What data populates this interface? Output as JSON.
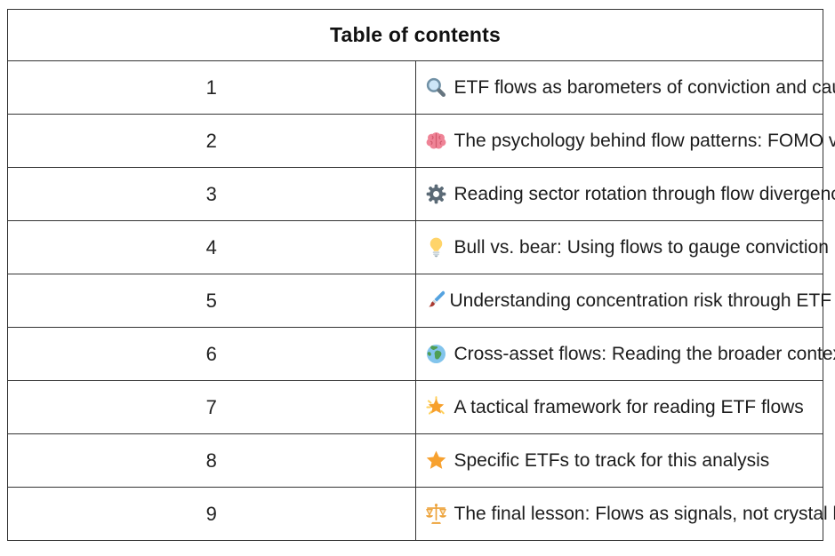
{
  "header": {
    "title": "Table of contents"
  },
  "rows": [
    {
      "num": "1",
      "icon": "search-icon",
      "title": "ETF flows as barometers of conviction and caution"
    },
    {
      "num": "2",
      "icon": "brain-icon",
      "title": "The psychology behind flow patterns: FOMO vs. conviction"
    },
    {
      "num": "3",
      "icon": "gear-icon",
      "title": "Reading sector rotation through flow divergence"
    },
    {
      "num": "4",
      "icon": "lightbulb-icon",
      "title": "Bull vs. bear: Using flows to gauge conviction levels"
    },
    {
      "num": "5",
      "icon": "paintbrush-icon",
      "title": "Understanding concentration risk through ETF ownership"
    },
    {
      "num": "6",
      "icon": "globe-icon",
      "title": "Cross-asset flows: Reading the broader context"
    },
    {
      "num": "7",
      "icon": "glowing-star-icon",
      "title": "A tactical framework for reading ETF flows"
    },
    {
      "num": "8",
      "icon": "star-icon",
      "title": "Specific ETFs to track for this analysis"
    },
    {
      "num": "9",
      "icon": "scales-icon",
      "title": "The final lesson: Flows as signals, not crystal balls"
    }
  ],
  "colors": {
    "border": "#333333",
    "text": "#1c1c1c",
    "background": "#ffffff"
  }
}
